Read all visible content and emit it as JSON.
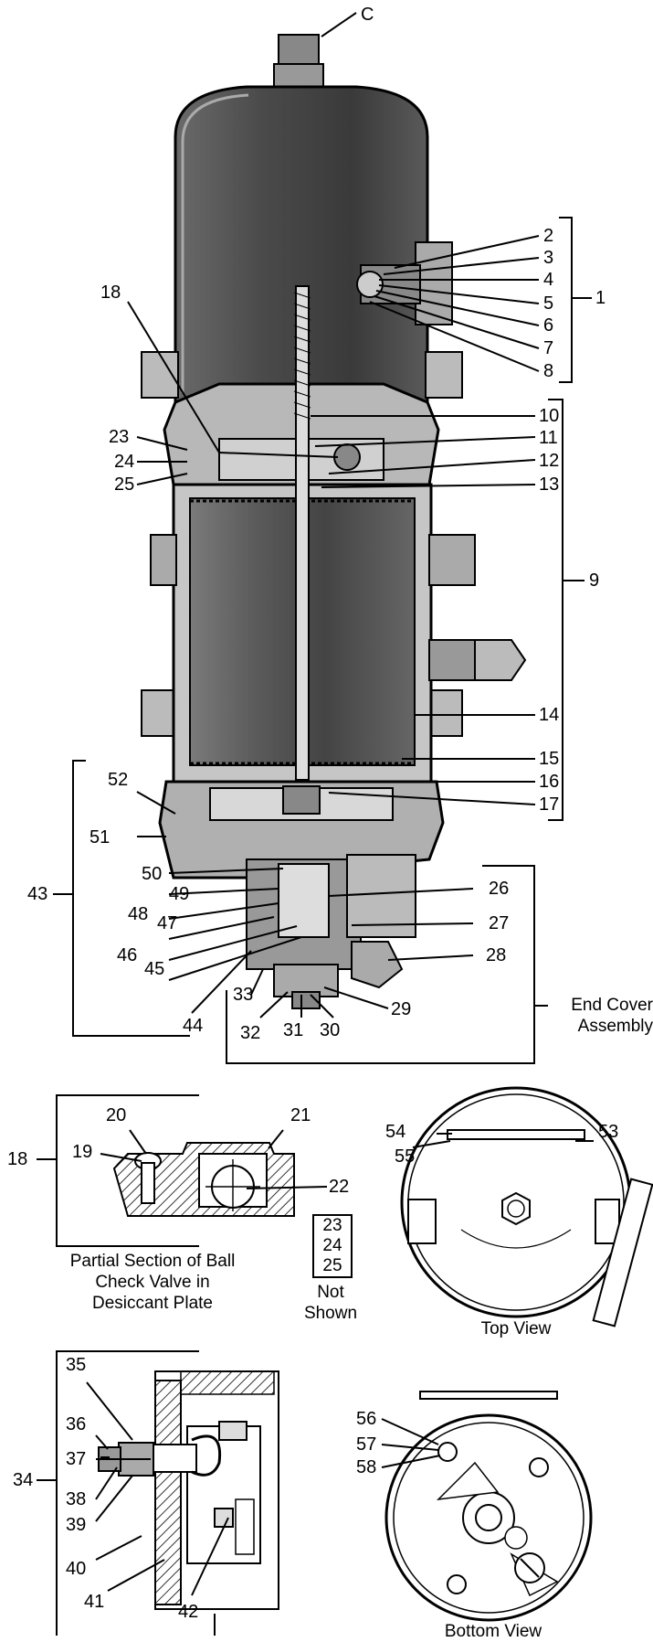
{
  "callouts": {
    "c": "C",
    "n1": "1",
    "n2": "2",
    "n3": "3",
    "n4": "4",
    "n5": "5",
    "n6": "6",
    "n7": "7",
    "n8": "8",
    "n9": "9",
    "n10": "10",
    "n11": "11",
    "n12": "12",
    "n13": "13",
    "n14": "14",
    "n15": "15",
    "n16": "16",
    "n17": "17",
    "n18": "18",
    "n18b": "18",
    "n19": "19",
    "n20": "20",
    "n21": "21",
    "n22": "22",
    "n23": "23",
    "n24": "24",
    "n25": "25",
    "n26": "26",
    "n27": "27",
    "n28": "28",
    "n29": "29",
    "n30": "30",
    "n31": "31",
    "n32": "32",
    "n33": "33",
    "n34": "34",
    "n35": "35",
    "n36": "36",
    "n37": "37",
    "n38": "38",
    "n39": "39",
    "n40": "40",
    "n41": "41",
    "n42": "42",
    "n43": "43",
    "n44": "44",
    "n45": "45",
    "n46": "46",
    "n47": "47",
    "n48": "48",
    "n49": "49",
    "n50": "50",
    "n51": "51",
    "n52": "52",
    "n53": "53",
    "n54": "54",
    "n55": "55",
    "n56": "56",
    "n57": "57",
    "n58": "58"
  },
  "captions": {
    "end_cover_1": "End Cover",
    "end_cover_2": "Assembly",
    "partial_1": "Partial Section of Ball",
    "partial_2": "Check Valve in",
    "partial_3": "Desiccant Plate",
    "not_shown_list": [
      "23",
      "24",
      "25"
    ],
    "not_1": "Not",
    "not_2": "Shown",
    "top_view": "Top  View",
    "bottom_view": "Bottom  View"
  }
}
